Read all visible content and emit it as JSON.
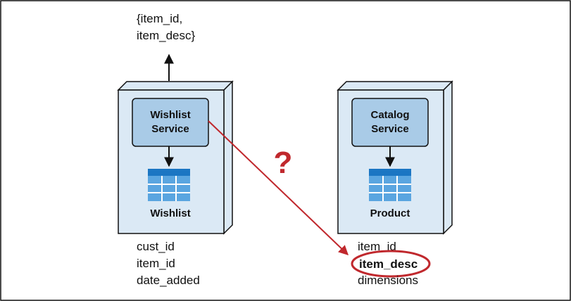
{
  "top_label": {
    "line1": "{item_id,",
    "line2": "item_desc}"
  },
  "left": {
    "service": {
      "line1": "Wishlist",
      "line2": "Service"
    },
    "table_name": "Wishlist",
    "fields": [
      "cust_id",
      "item_id",
      "date_added"
    ]
  },
  "right": {
    "service": {
      "line1": "Catalog",
      "line2": "Service"
    },
    "table_name": "Product",
    "fields": [
      "item_id",
      "item_desc",
      "dimensions"
    ]
  },
  "question_mark": "?",
  "colors": {
    "box_fill": "#dbe9f5",
    "service_fill": "#a9cbe7",
    "table_header": "#1b76c3",
    "table_cell": "#5aa5e0",
    "accent_red": "#c0282d",
    "outline": "#111111"
  }
}
